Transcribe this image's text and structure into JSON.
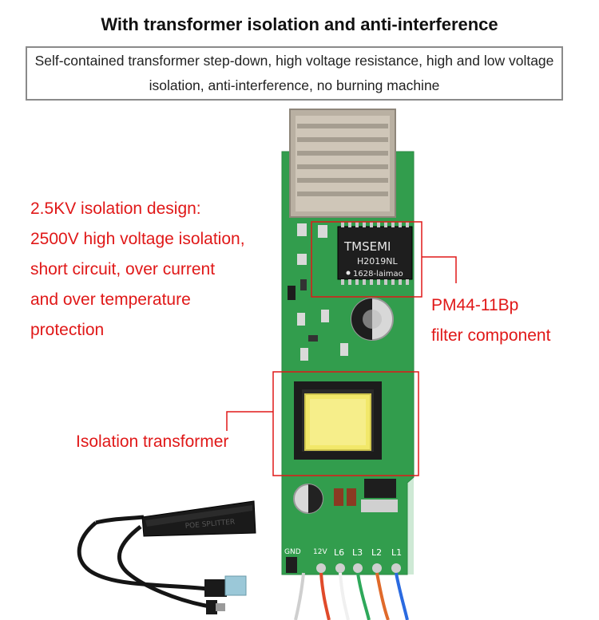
{
  "header": {
    "title": "With transformer isolation and anti-interference",
    "subtitle": "Self-contained transformer step-down, high voltage resistance, high and low voltage isolation, anti-interference, no burning machine"
  },
  "callouts": {
    "isolation_design": {
      "lines": [
        "2.5KV isolation design:",
        "2500V high voltage isolation,",
        "short circuit, over current",
        "and over temperature",
        "protection"
      ]
    },
    "filter": {
      "lines": [
        "PM44-11Bp",
        "filter component"
      ]
    },
    "transformer": {
      "label": "Isolation transformer"
    }
  },
  "chip": {
    "brand": "TMSEMI",
    "model": "H2019NL",
    "code": "1628-laimao"
  },
  "splitter": {
    "label": "POE SPLITTER"
  },
  "pins": [
    "GND",
    "12V",
    "L6",
    "L3",
    "L2",
    "L1"
  ],
  "colors": {
    "callout_red": "#e01818",
    "pcb_green": "#2f9a4a",
    "transformer_yellow": "#f2e86a"
  }
}
